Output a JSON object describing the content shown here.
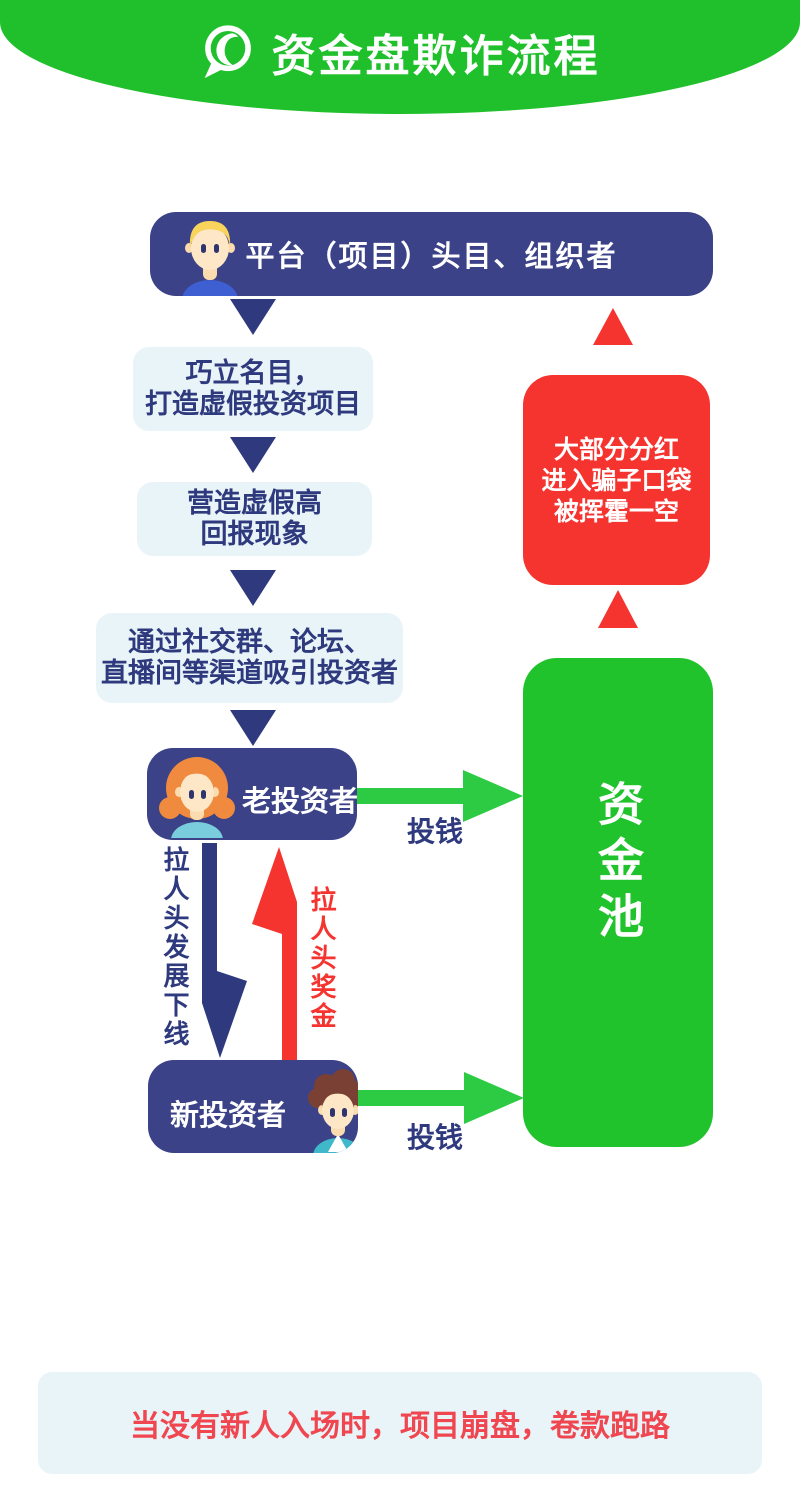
{
  "header": {
    "title": "资金盘欺诈流程",
    "icon": "speech-bubble-icon",
    "bg_color": "#1fc02c"
  },
  "flow": {
    "organizer": {
      "label": "平台（项目）头目、组织者",
      "avatar": "blonde-man-avatar"
    },
    "steps": [
      {
        "line1": "巧立名目，",
        "line2": "打造虚假投资项目"
      },
      {
        "line1": "营造虚假高",
        "line2": "回报现象"
      },
      {
        "line1": "通过社交群、论坛、",
        "line2": "直播间等渠道吸引投资者"
      }
    ],
    "old_investor": {
      "label": "老投资者",
      "avatar": "woman-avatar"
    },
    "new_investor": {
      "label": "新投资者",
      "avatar": "curly-man-avatar"
    },
    "invest_old": "投钱",
    "invest_new": "投钱",
    "recruit_down": "拉人头发展下线",
    "recruit_up": "拉人头奖金",
    "dividend": {
      "line1": "大部分分红",
      "line2": "进入骗子口袋",
      "line3": "被挥霍一空"
    },
    "pool": {
      "label": "资金池"
    }
  },
  "footer": {
    "text": "当没有新人入场时，项目崩盘，卷款跑路"
  },
  "colors": {
    "header_green": "#1fc02c",
    "pool_green": "#21c32d",
    "arrow_green": "#2ccb43",
    "navy": "#3b4287",
    "navy_text": "#2e3a7d",
    "pale_blue": "#e9f4f9",
    "red": "#f5332f",
    "footer_red": "#ef4650"
  }
}
